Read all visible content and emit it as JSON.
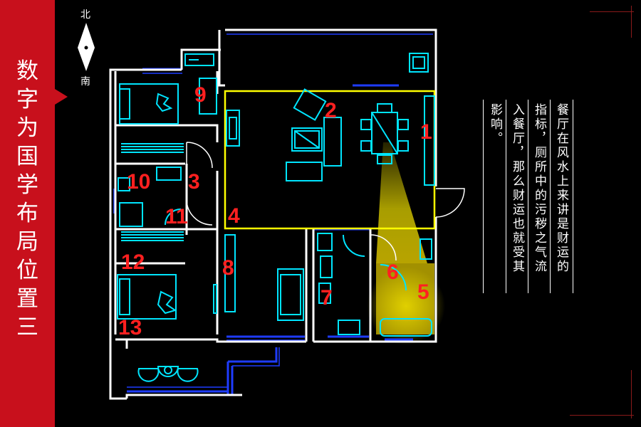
{
  "sidebar": {
    "title_chars": [
      "数",
      "字",
      "为",
      "国",
      "学",
      "布",
      "局",
      "位",
      "置",
      "三"
    ]
  },
  "compass": {
    "north": "北",
    "south": "南"
  },
  "plan": {
    "room_numbers": [
      "1",
      "2",
      "3",
      "4",
      "5",
      "6",
      "7",
      "8",
      "9",
      "10",
      "11",
      "12",
      "13"
    ],
    "colors": {
      "wall": "#ffffff",
      "window": "#1e3cff",
      "furniture": "#00e5ff",
      "dining_area": "#ffff00",
      "number": "#ff2020",
      "light_beam": "#f0e000"
    }
  },
  "text_block": {
    "col1": "餐厅在风水上来讲是财运的",
    "col2": "指标，厕所中的污秽之气流",
    "col3": "入餐厅，那么财运也就受其",
    "col4": "影响。"
  },
  "colors": {
    "sidebar_bg": "#c8101c",
    "page_bg": "#000000"
  }
}
